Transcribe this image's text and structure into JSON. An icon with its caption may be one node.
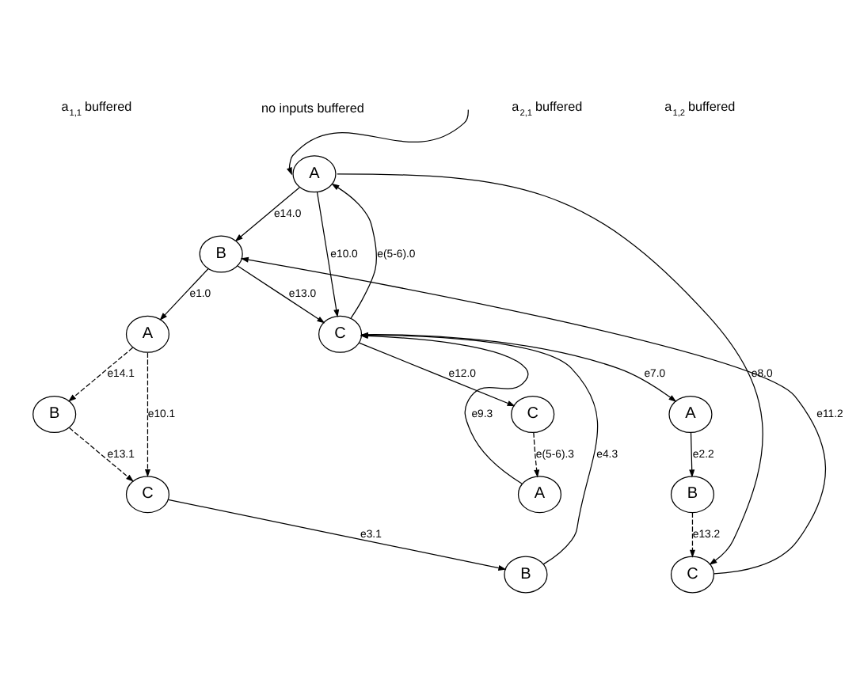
{
  "diagram": {
    "nodes": [
      {
        "text": [
          "B"
        ]
      },
      {
        "text": [
          "A"
        ]
      },
      {
        "text": [
          "C"
        ]
      },
      {
        "text": [
          "B"
        ]
      },
      {
        "text": [
          "A"
        ]
      },
      {
        "text": [
          "C"
        ]
      },
      {
        "text": [
          "B"
        ]
      },
      {
        "text": [
          "A"
        ]
      },
      {
        "text": [
          "C"
        ]
      },
      {
        "text": [
          "B"
        ]
      },
      {
        "text": [
          "A"
        ]
      },
      {
        "text": [
          "C"
        ]
      }
    ],
    "edges": [
      {
        "from": null,
        "to": 1,
        "arrow": "to"
      },
      {
        "from": 1,
        "to": 0,
        "arrow": "to",
        "label": "e14.0"
      },
      {
        "from": 0,
        "to": 2,
        "arrow": "to",
        "label": "e13.0"
      },
      {
        "from": 2,
        "to": 1,
        "arrow": "to",
        "label": "e(5-6).0"
      },
      {
        "from": 1,
        "to": 2,
        "arrow": "to",
        "label": "e10.0"
      },
      {
        "from": 0,
        "to": 4,
        "arrow": "to",
        "label": "e1.0"
      },
      {
        "from": 1,
        "to": 11,
        "arrow": "to",
        "label": "e8.0"
      },
      {
        "from": 11,
        "to": 0,
        "arrow": "to",
        "label": "e11.2"
      },
      {
        "from": 4,
        "to": 3,
        "arrow": "to",
        "label": "e14.1",
        "style": "dashed"
      },
      {
        "from": 3,
        "to": 5,
        "arrow": "to",
        "label": "e13.1",
        "style": "dashed"
      },
      {
        "from": 4,
        "to": 5,
        "arrow": "to",
        "label": "e10.1",
        "style": "dashed"
      },
      {
        "from": 5,
        "to": 6,
        "arrow": "to",
        "label": "e3.1"
      },
      {
        "from": 6,
        "to": 2,
        "arrow": "to",
        "label": "e4.3"
      },
      {
        "from": 7,
        "to": 2,
        "arrow": "to",
        "label": "e9.3"
      },
      {
        "from": 2,
        "to": 8,
        "arrow": "to",
        "label": "e12.0"
      },
      {
        "from": 8,
        "to": 7,
        "arrow": "to",
        "label": "e(5-6).3",
        "style": "dashed"
      },
      {
        "from": 2,
        "to": 10,
        "arrow": "to",
        "label": "e7.0"
      },
      {
        "from": 10,
        "to": 9,
        "arrow": "to",
        "label": "e2.2"
      },
      {
        "from": 9,
        "to": 11,
        "arrow": "to",
        "label": "e13.2",
        "style": "dashed"
      }
    ],
    "labels": [
      "no inputs buffered",
      "a$_{1,1}$ buffered",
      "a$_{2,1}$ buffered",
      "a$_{1,2}$ buffered"
    ]
  }
}
